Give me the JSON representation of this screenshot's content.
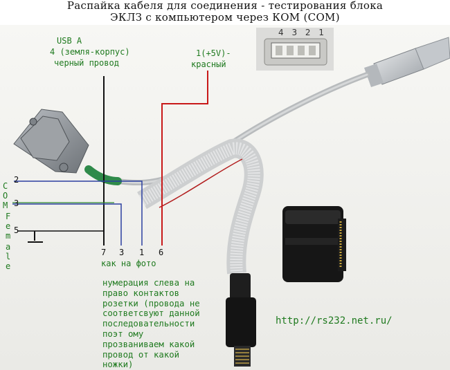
{
  "title": {
    "line1": "Распайка кабеля для соединения - тестирования блока",
    "line2": "ЭКЛЗ с компьютером через КОМ (COM)"
  },
  "usb": {
    "heading": "USB A",
    "pin4_line": "4 (земля-корпус)",
    "wire_black": "черный провод",
    "pin1_line": "1(+5V)-",
    "wire_red": "красный",
    "contact_numbers": "4 3 2 1"
  },
  "com": {
    "letters_left": [
      "C",
      "O",
      "M"
    ],
    "letters_right": [
      "F",
      "e",
      "m",
      "a",
      "l",
      "e"
    ],
    "pin2": "2",
    "pin3": "3",
    "pin5": "5"
  },
  "bottom_pins": [
    "7",
    "3",
    "1",
    "6"
  ],
  "as_on_photo": "как на фото",
  "note_lines": [
    "нумерация слева на",
    "право контактов",
    "розетки (провода не",
    "соответсвуют данной",
    "последовательности",
    "поэт ому",
    "прозваниваем какой",
    "провод от какой",
    "ножки)"
  ],
  "url": "http://rs232.net.ru/",
  "colors": {
    "label_green": "#1f7a1f",
    "wire_red": "#c81818",
    "wire_black": "#111111",
    "wire_blue": "#2a3fa0",
    "wire_green": "#2f8a2f"
  }
}
